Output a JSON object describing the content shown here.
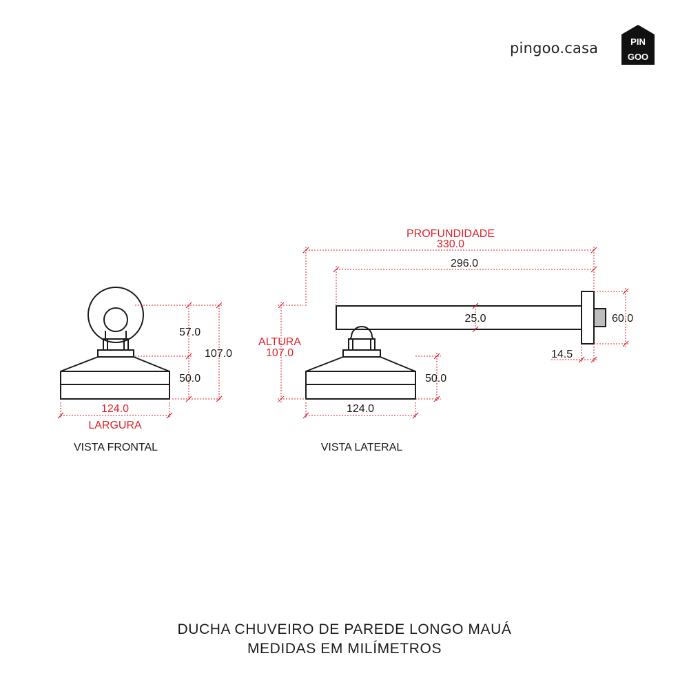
{
  "brand": {
    "site": "pingoo.casa",
    "logo_text_top": "PIN",
    "logo_text_bottom": "GOO",
    "logo_icon": "house-logo-icon"
  },
  "colors": {
    "line": "#1a1a1a",
    "dimension": "#e0202a",
    "accent_text": "#e0202a",
    "fill_grey": "#bdbdbd"
  },
  "front_view": {
    "title": "VISTA FRONTAL",
    "dims": {
      "upper_height": "57.0",
      "total_height": "107.0",
      "head_height": "50.0",
      "width": "124.0",
      "width_label": "LARGURA"
    }
  },
  "side_view": {
    "title": "VISTA LATERAL",
    "dims": {
      "depth_label": "PROFUNDIDADE",
      "depth": "330.0",
      "arm_length": "296.0",
      "arm_thickness": "25.0",
      "flange_height": "60.0",
      "flange_thickness": "14.5",
      "height_label": "ALTURA",
      "height": "107.0",
      "head_height": "50.0",
      "head_width": "124.0"
    }
  },
  "caption": {
    "line1": "DUCHA CHUVEIRO DE PAREDE LONGO MAUÁ",
    "line2": "MEDIDAS EM MILÍMETROS"
  }
}
